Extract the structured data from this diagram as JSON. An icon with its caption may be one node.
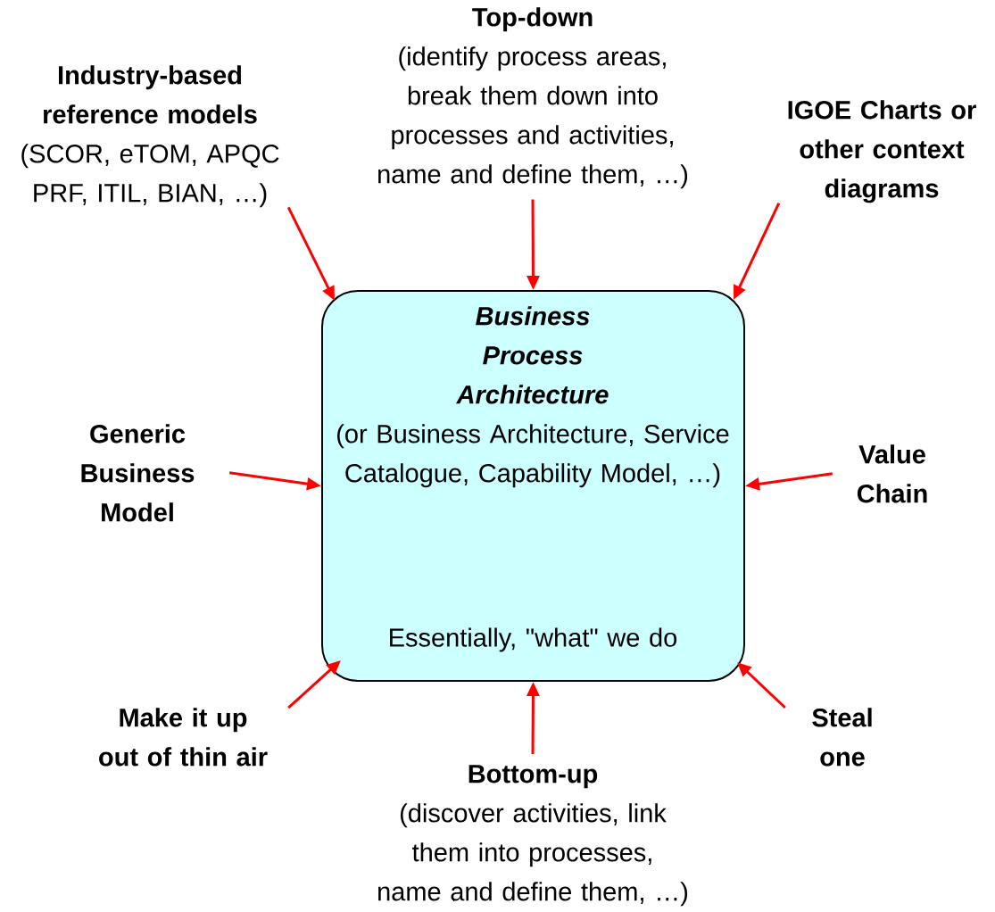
{
  "diagram": {
    "nodes": [
      {
        "text": [
          "Business Process Architecture",
          "(or Business Architecture, Service Catalogue, Capability Model, …)",
          "Essentially, \"what\" we do"
        ]
      },
      {
        "text": [
          "Industry-based reference models",
          "(SCOR, eTOM, APQC PRF, ITIL, BIAN, …)"
        ]
      },
      {
        "text": [
          "Top-down",
          "(identify process areas, break them down into processes and activities, name and define them, …)"
        ]
      },
      {
        "text": [
          "IGOE Charts or other context diagrams"
        ]
      },
      {
        "text": [
          "Generic Business Model"
        ]
      },
      {
        "text": [
          "Value Chain"
        ]
      },
      {
        "text": [
          "Make it up out of thin air"
        ]
      },
      {
        "text": [
          "Bottom-up",
          "(discover activities, link them into processes, name and define them, …)"
        ]
      },
      {
        "text": [
          "Steal one"
        ]
      }
    ],
    "edges": [
      {
        "from": 1,
        "to": 0,
        "arrow": "to"
      },
      {
        "from": 2,
        "to": 0,
        "arrow": "to"
      },
      {
        "from": 3,
        "to": 0,
        "arrow": "to"
      },
      {
        "from": 4,
        "to": 0,
        "arrow": "to"
      },
      {
        "from": 5,
        "to": 0,
        "arrow": "to"
      },
      {
        "from": 6,
        "to": 0,
        "arrow": "to"
      },
      {
        "from": 7,
        "to": 0,
        "arrow": "to"
      },
      {
        "from": 8,
        "to": 0,
        "arrow": "to"
      }
    ]
  }
}
